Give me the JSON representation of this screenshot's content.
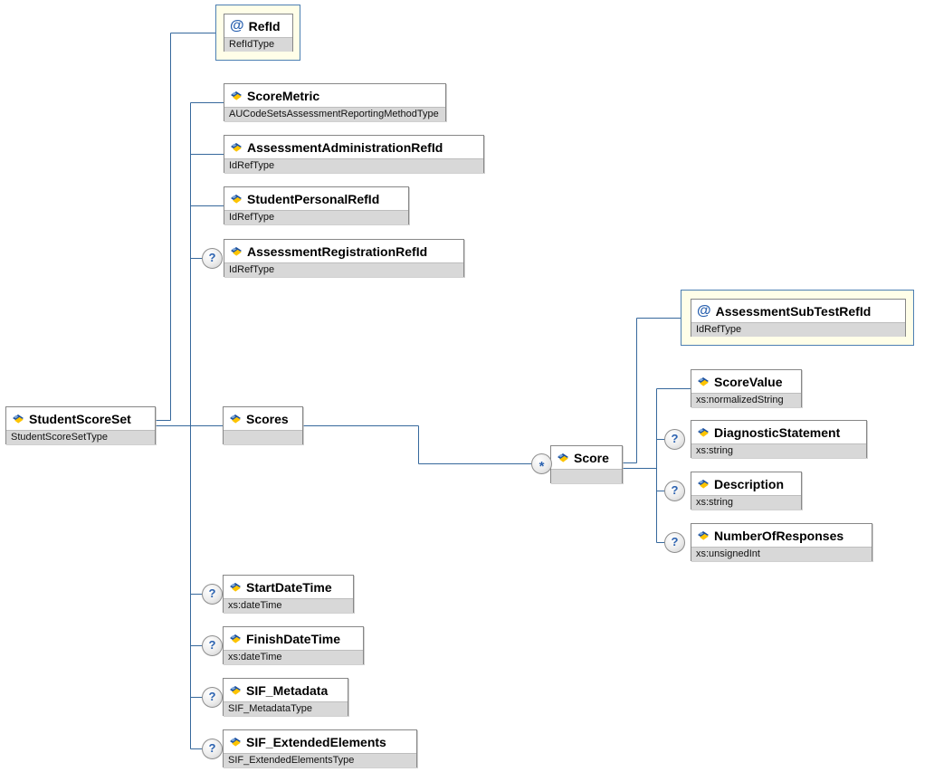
{
  "indicators": {
    "attribute": "@",
    "optional": "?",
    "repeating": "*"
  },
  "colors": {
    "connector": "#36689c",
    "attribute_box_fill": "#fffee8",
    "attribute_box_border": "#4d7fb2",
    "node_border": "#878787",
    "type_strip": "#d8d8d8",
    "icon_blue": "#1c4f9c",
    "icon_yellow": "#fdc400",
    "indicator_text": "#2b62b0"
  },
  "nodes": {
    "studentScoreSet": {
      "label": "StudentScoreSet",
      "type": "StudentScoreSetType"
    },
    "refId": {
      "label": "RefId",
      "type": "RefIdType"
    },
    "scoreMetric": {
      "label": "ScoreMetric",
      "type": "AUCodeSetsAssessmentReportingMethodType"
    },
    "assessmentAdministrationRefId": {
      "label": "AssessmentAdministrationRefId",
      "type": "IdRefType"
    },
    "studentPersonalRefId": {
      "label": "StudentPersonalRefId",
      "type": "IdRefType"
    },
    "assessmentRegistrationRefId": {
      "label": "AssessmentRegistrationRefId",
      "type": "IdRefType"
    },
    "scores": {
      "label": "Scores",
      "type": ""
    },
    "score": {
      "label": "Score",
      "type": ""
    },
    "startDateTime": {
      "label": "StartDateTime",
      "type": "xs:dateTime"
    },
    "finishDateTime": {
      "label": "FinishDateTime",
      "type": "xs:dateTime"
    },
    "sifMetadata": {
      "label": "SIF_Metadata",
      "type": "SIF_MetadataType"
    },
    "sifExtendedElements": {
      "label": "SIF_ExtendedElements",
      "type": "SIF_ExtendedElementsType"
    },
    "assessmentSubTestRefId": {
      "label": "AssessmentSubTestRefId",
      "type": "IdRefType"
    },
    "scoreValue": {
      "label": "ScoreValue",
      "type": "xs:normalizedString"
    },
    "diagnosticStatement": {
      "label": "DiagnosticStatement",
      "type": "xs:string"
    },
    "description": {
      "label": "Description",
      "type": "xs:string"
    },
    "numberOfResponses": {
      "label": "NumberOfResponses",
      "type": "xs:unsignedInt"
    }
  }
}
